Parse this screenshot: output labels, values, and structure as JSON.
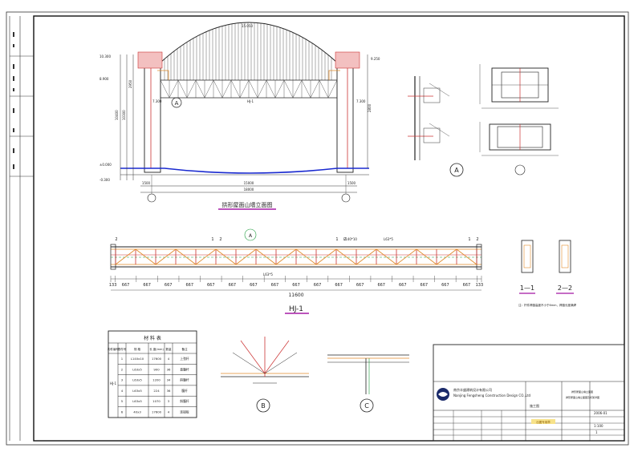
{
  "drawing": {
    "elevation": {
      "title": "拱形屋面山墙立面图",
      "left_elevations": [
        "10.300",
        "8.900",
        "±0.000",
        "-0.300"
      ],
      "right_elevations": [
        "9.250",
        "7.300",
        "7.300"
      ],
      "spans": [
        "1500",
        "15000",
        "1500"
      ],
      "total_span": "18000",
      "vertical_dims": [
        "10400",
        "10300",
        "2950",
        "2800"
      ],
      "top_label": "15.050",
      "truss_label": "HJ-1"
    },
    "truss": {
      "title": "HJ-1",
      "panel_dims": [
        "133",
        "667",
        "667",
        "667",
        "667",
        "667",
        "667",
        "667",
        "667",
        "667",
        "667",
        "667",
        "667",
        "667",
        "667",
        "667",
        "667",
        "667",
        "133"
      ],
      "total_length": "11600",
      "section_marks": [
        "2",
        "1",
        "2",
        "1",
        "2",
        "1",
        "2"
      ],
      "member_labels": [
        "L140*10",
        "L63*5",
        "L63*5"
      ],
      "callout": "A"
    },
    "sections": {
      "labels": [
        "1—1",
        "2—2"
      ],
      "note": "注：杆件焊缝高度不小于6mm，焊缝长度满焊"
    },
    "details": {
      "circle_a": "A",
      "circle_b": "B",
      "circle_c": "C"
    },
    "material_table": {
      "title": "材 料 表",
      "headers": [
        "构件编号",
        "零件号",
        "规 格",
        "长 度(mm)",
        "数量",
        "备注"
      ],
      "rows": [
        [
          "",
          "1",
          "L140x10",
          "17600",
          "4",
          "上弦杆"
        ],
        [
          "",
          "2",
          "L63x5",
          "900",
          "36",
          "直腹杆"
        ],
        [
          "",
          "3",
          "L63x5",
          "1200",
          "34",
          "斜腹杆"
        ],
        [
          "",
          "4",
          "L63x5",
          "224",
          "36",
          "腹杆"
        ],
        [
          "",
          "5",
          "L63x5",
          "1070",
          "3",
          "斜腹杆"
        ],
        [
          "",
          "6",
          "40x3",
          "17600",
          "4",
          "连接板"
        ]
      ],
      "side_label": "HJ-1"
    },
    "title_block": {
      "company_cn": "南京丰盛建筑设计有限公司",
      "company_en": "Nanjing Fengsheng Construction Design CO.,Ltd",
      "project": "拱形屋面山墙立面图",
      "drawing_title": "拱形屋面山墙立面图及桁架详图",
      "stage": "施工图",
      "date": "2006-01",
      "scale": "1:100",
      "sheet": "1",
      "stamp": "出图专用章"
    }
  }
}
